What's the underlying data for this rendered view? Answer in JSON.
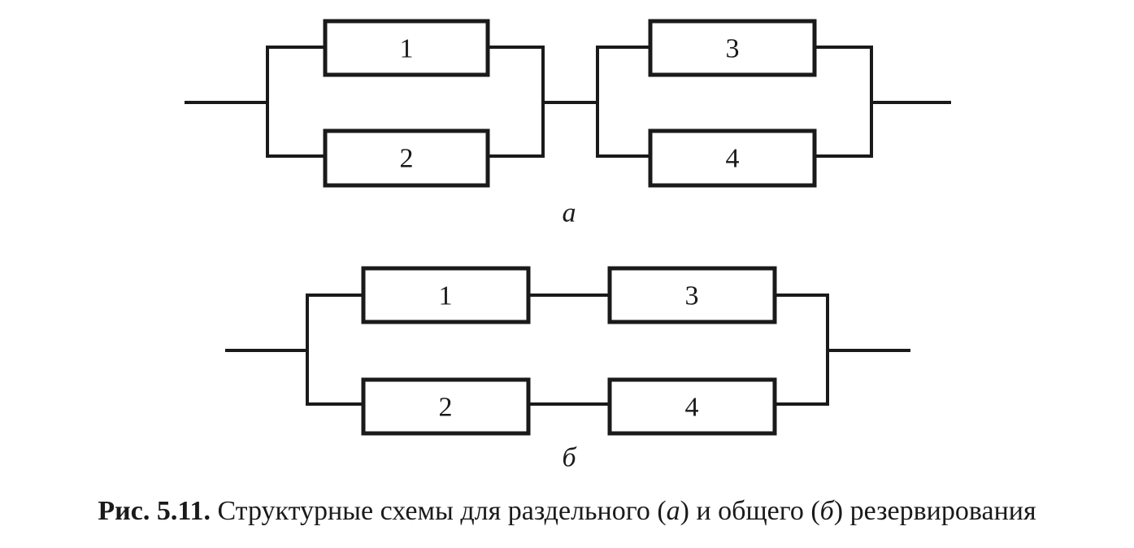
{
  "diagram_a": {
    "label": "а",
    "blocks": [
      "1",
      "2",
      "3",
      "4"
    ]
  },
  "diagram_b": {
    "label": "б",
    "blocks": [
      "1",
      "3",
      "2",
      "4"
    ]
  },
  "caption": {
    "figure_number": "Рис. 5.11.",
    "text_part1": " Структурные схемы для раздельного (",
    "label_a": "а",
    "text_part2": ") и общего (",
    "label_b": "б",
    "text_part3": ") резервирования"
  }
}
